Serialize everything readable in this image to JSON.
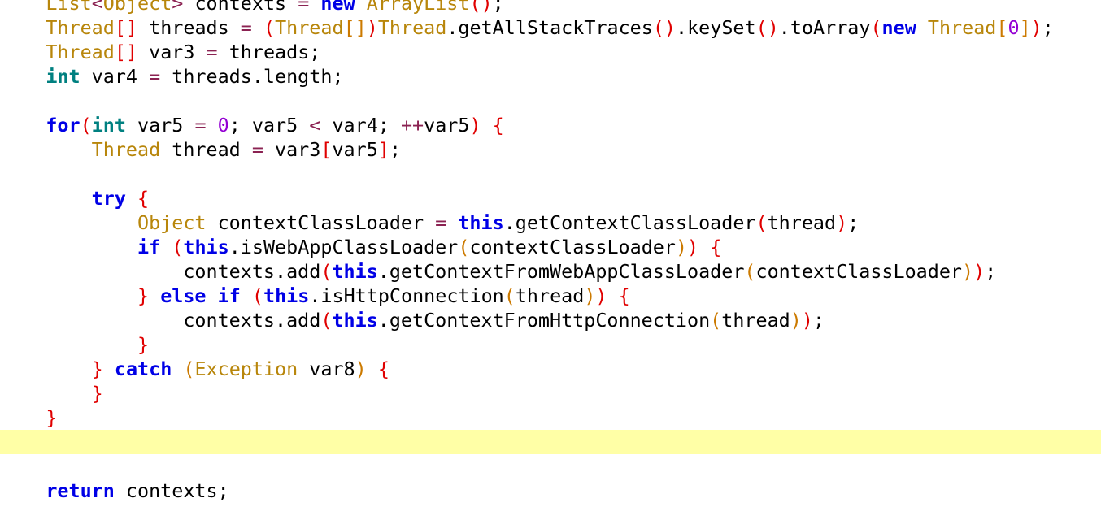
{
  "editor": {
    "current_line_index": 18,
    "colors": {
      "background": "#ffffff",
      "current_line": "#ffffa6",
      "keyword": "#0000e6",
      "primitive": "#008080",
      "type": "#b8860b",
      "number": "#9400d3",
      "operator": "#8b2252",
      "brace": "#e00000"
    },
    "lines": [
      {
        "indent": 1,
        "tokens": [
          {
            "t": "List",
            "c": "type"
          },
          {
            "t": "<",
            "c": "operator"
          },
          {
            "t": "Object",
            "c": "type"
          },
          {
            "t": ">",
            "c": "operator"
          },
          {
            "t": " contexts ",
            "c": "plain"
          },
          {
            "t": "=",
            "c": "operator"
          },
          {
            "t": " ",
            "c": "plain"
          },
          {
            "t": "new",
            "c": "keyword"
          },
          {
            "t": " ",
            "c": "plain"
          },
          {
            "t": "ArrayList",
            "c": "type"
          },
          {
            "t": "(",
            "c": "bracket-0"
          },
          {
            "t": ")",
            "c": "bracket-0"
          },
          {
            "t": ";",
            "c": "plain"
          }
        ]
      },
      {
        "indent": 1,
        "tokens": [
          {
            "t": "Thread",
            "c": "type"
          },
          {
            "t": "[",
            "c": "bracket-0"
          },
          {
            "t": "]",
            "c": "bracket-0"
          },
          {
            "t": " threads ",
            "c": "plain"
          },
          {
            "t": "=",
            "c": "operator"
          },
          {
            "t": " ",
            "c": "plain"
          },
          {
            "t": "(",
            "c": "bracket-0"
          },
          {
            "t": "Thread",
            "c": "type"
          },
          {
            "t": "[",
            "c": "bracket-1"
          },
          {
            "t": "]",
            "c": "bracket-1"
          },
          {
            "t": ")",
            "c": "bracket-0"
          },
          {
            "t": "Thread",
            "c": "type"
          },
          {
            "t": ".getAllStackTraces",
            "c": "plain"
          },
          {
            "t": "(",
            "c": "bracket-0"
          },
          {
            "t": ")",
            "c": "bracket-0"
          },
          {
            "t": ".keySet",
            "c": "plain"
          },
          {
            "t": "(",
            "c": "bracket-0"
          },
          {
            "t": ")",
            "c": "bracket-0"
          },
          {
            "t": ".toArray",
            "c": "plain"
          },
          {
            "t": "(",
            "c": "bracket-0"
          },
          {
            "t": "new",
            "c": "keyword"
          },
          {
            "t": " ",
            "c": "plain"
          },
          {
            "t": "Thread",
            "c": "type"
          },
          {
            "t": "[",
            "c": "bracket-1"
          },
          {
            "t": "0",
            "c": "number"
          },
          {
            "t": "]",
            "c": "bracket-1"
          },
          {
            "t": ")",
            "c": "bracket-0"
          },
          {
            "t": ";",
            "c": "plain"
          }
        ]
      },
      {
        "indent": 1,
        "tokens": [
          {
            "t": "Thread",
            "c": "type"
          },
          {
            "t": "[",
            "c": "bracket-0"
          },
          {
            "t": "]",
            "c": "bracket-0"
          },
          {
            "t": " var3 ",
            "c": "plain"
          },
          {
            "t": "=",
            "c": "operator"
          },
          {
            "t": " threads;",
            "c": "plain"
          }
        ]
      },
      {
        "indent": 1,
        "tokens": [
          {
            "t": "int",
            "c": "primitive"
          },
          {
            "t": " var4 ",
            "c": "plain"
          },
          {
            "t": "=",
            "c": "operator"
          },
          {
            "t": " threads.length;",
            "c": "plain"
          }
        ]
      },
      {
        "indent": 0,
        "tokens": []
      },
      {
        "indent": 1,
        "tokens": [
          {
            "t": "for",
            "c": "keyword"
          },
          {
            "t": "(",
            "c": "bracket-0"
          },
          {
            "t": "int",
            "c": "primitive"
          },
          {
            "t": " var5 ",
            "c": "plain"
          },
          {
            "t": "=",
            "c": "operator"
          },
          {
            "t": " ",
            "c": "plain"
          },
          {
            "t": "0",
            "c": "number"
          },
          {
            "t": "; var5 ",
            "c": "plain"
          },
          {
            "t": "<",
            "c": "operator"
          },
          {
            "t": " var4; ",
            "c": "plain"
          },
          {
            "t": "++",
            "c": "operator"
          },
          {
            "t": "var5",
            "c": "plain"
          },
          {
            "t": ")",
            "c": "bracket-0"
          },
          {
            "t": " ",
            "c": "plain"
          },
          {
            "t": "{",
            "c": "bracket-0"
          }
        ]
      },
      {
        "indent": 2,
        "tokens": [
          {
            "t": "Thread",
            "c": "type"
          },
          {
            "t": " thread ",
            "c": "plain"
          },
          {
            "t": "=",
            "c": "operator"
          },
          {
            "t": " var3",
            "c": "plain"
          },
          {
            "t": "[",
            "c": "bracket-0"
          },
          {
            "t": "var5",
            "c": "plain"
          },
          {
            "t": "]",
            "c": "bracket-0"
          },
          {
            "t": ";",
            "c": "plain"
          }
        ]
      },
      {
        "indent": 0,
        "tokens": []
      },
      {
        "indent": 2,
        "tokens": [
          {
            "t": "try",
            "c": "keyword"
          },
          {
            "t": " ",
            "c": "plain"
          },
          {
            "t": "{",
            "c": "bracket-0"
          }
        ]
      },
      {
        "indent": 3,
        "tokens": [
          {
            "t": "Object",
            "c": "type"
          },
          {
            "t": " contextClassLoader ",
            "c": "plain"
          },
          {
            "t": "=",
            "c": "operator"
          },
          {
            "t": " ",
            "c": "plain"
          },
          {
            "t": "this",
            "c": "keyword"
          },
          {
            "t": ".getContextClassLoader",
            "c": "plain"
          },
          {
            "t": "(",
            "c": "bracket-0"
          },
          {
            "t": "thread",
            "c": "plain"
          },
          {
            "t": ")",
            "c": "bracket-0"
          },
          {
            "t": ";",
            "c": "plain"
          }
        ]
      },
      {
        "indent": 3,
        "tokens": [
          {
            "t": "if",
            "c": "keyword"
          },
          {
            "t": " ",
            "c": "plain"
          },
          {
            "t": "(",
            "c": "bracket-0"
          },
          {
            "t": "this",
            "c": "keyword"
          },
          {
            "t": ".isWebAppClassLoader",
            "c": "plain"
          },
          {
            "t": "(",
            "c": "bracket-1"
          },
          {
            "t": "contextClassLoader",
            "c": "plain"
          },
          {
            "t": ")",
            "c": "bracket-1"
          },
          {
            "t": ")",
            "c": "bracket-0"
          },
          {
            "t": " ",
            "c": "plain"
          },
          {
            "t": "{",
            "c": "bracket-0"
          }
        ]
      },
      {
        "indent": 4,
        "tokens": [
          {
            "t": "contexts.add",
            "c": "plain"
          },
          {
            "t": "(",
            "c": "bracket-0"
          },
          {
            "t": "this",
            "c": "keyword"
          },
          {
            "t": ".getContextFromWebAppClassLoader",
            "c": "plain"
          },
          {
            "t": "(",
            "c": "bracket-1"
          },
          {
            "t": "contextClassLoader",
            "c": "plain"
          },
          {
            "t": ")",
            "c": "bracket-1"
          },
          {
            "t": ")",
            "c": "bracket-0"
          },
          {
            "t": ";",
            "c": "plain"
          }
        ]
      },
      {
        "indent": 3,
        "tokens": [
          {
            "t": "}",
            "c": "bracket-0"
          },
          {
            "t": " ",
            "c": "plain"
          },
          {
            "t": "else",
            "c": "keyword"
          },
          {
            "t": " ",
            "c": "plain"
          },
          {
            "t": "if",
            "c": "keyword"
          },
          {
            "t": " ",
            "c": "plain"
          },
          {
            "t": "(",
            "c": "bracket-0"
          },
          {
            "t": "this",
            "c": "keyword"
          },
          {
            "t": ".isHttpConnection",
            "c": "plain"
          },
          {
            "t": "(",
            "c": "bracket-1"
          },
          {
            "t": "thread",
            "c": "plain"
          },
          {
            "t": ")",
            "c": "bracket-1"
          },
          {
            "t": ")",
            "c": "bracket-0"
          },
          {
            "t": " ",
            "c": "plain"
          },
          {
            "t": "{",
            "c": "bracket-0"
          }
        ]
      },
      {
        "indent": 4,
        "tokens": [
          {
            "t": "contexts.add",
            "c": "plain"
          },
          {
            "t": "(",
            "c": "bracket-0"
          },
          {
            "t": "this",
            "c": "keyword"
          },
          {
            "t": ".getContextFromHttpConnection",
            "c": "plain"
          },
          {
            "t": "(",
            "c": "bracket-1"
          },
          {
            "t": "thread",
            "c": "plain"
          },
          {
            "t": ")",
            "c": "bracket-1"
          },
          {
            "t": ")",
            "c": "bracket-0"
          },
          {
            "t": ";",
            "c": "plain"
          }
        ]
      },
      {
        "indent": 3,
        "tokens": [
          {
            "t": "}",
            "c": "bracket-0"
          }
        ]
      },
      {
        "indent": 2,
        "tokens": [
          {
            "t": "}",
            "c": "bracket-0"
          },
          {
            "t": " ",
            "c": "plain"
          },
          {
            "t": "catch",
            "c": "keyword"
          },
          {
            "t": " ",
            "c": "plain"
          },
          {
            "t": "(",
            "c": "bracket-1"
          },
          {
            "t": "Exception",
            "c": "type"
          },
          {
            "t": " var8",
            "c": "plain"
          },
          {
            "t": ")",
            "c": "bracket-1"
          },
          {
            "t": " ",
            "c": "plain"
          },
          {
            "t": "{",
            "c": "bracket-0"
          }
        ]
      },
      {
        "indent": 2,
        "tokens": [
          {
            "t": "}",
            "c": "bracket-0"
          }
        ]
      },
      {
        "indent": 1,
        "tokens": [
          {
            "t": "}",
            "c": "bracket-0"
          }
        ]
      },
      {
        "indent": 0,
        "tokens": []
      },
      {
        "indent": 0,
        "tokens": []
      },
      {
        "indent": 1,
        "tokens": [
          {
            "t": "return",
            "c": "keyword"
          },
          {
            "t": " contexts;",
            "c": "plain"
          }
        ]
      },
      {
        "indent": 0,
        "tokens": [
          {
            "t": "}",
            "c": "bracket-0"
          }
        ]
      }
    ]
  }
}
